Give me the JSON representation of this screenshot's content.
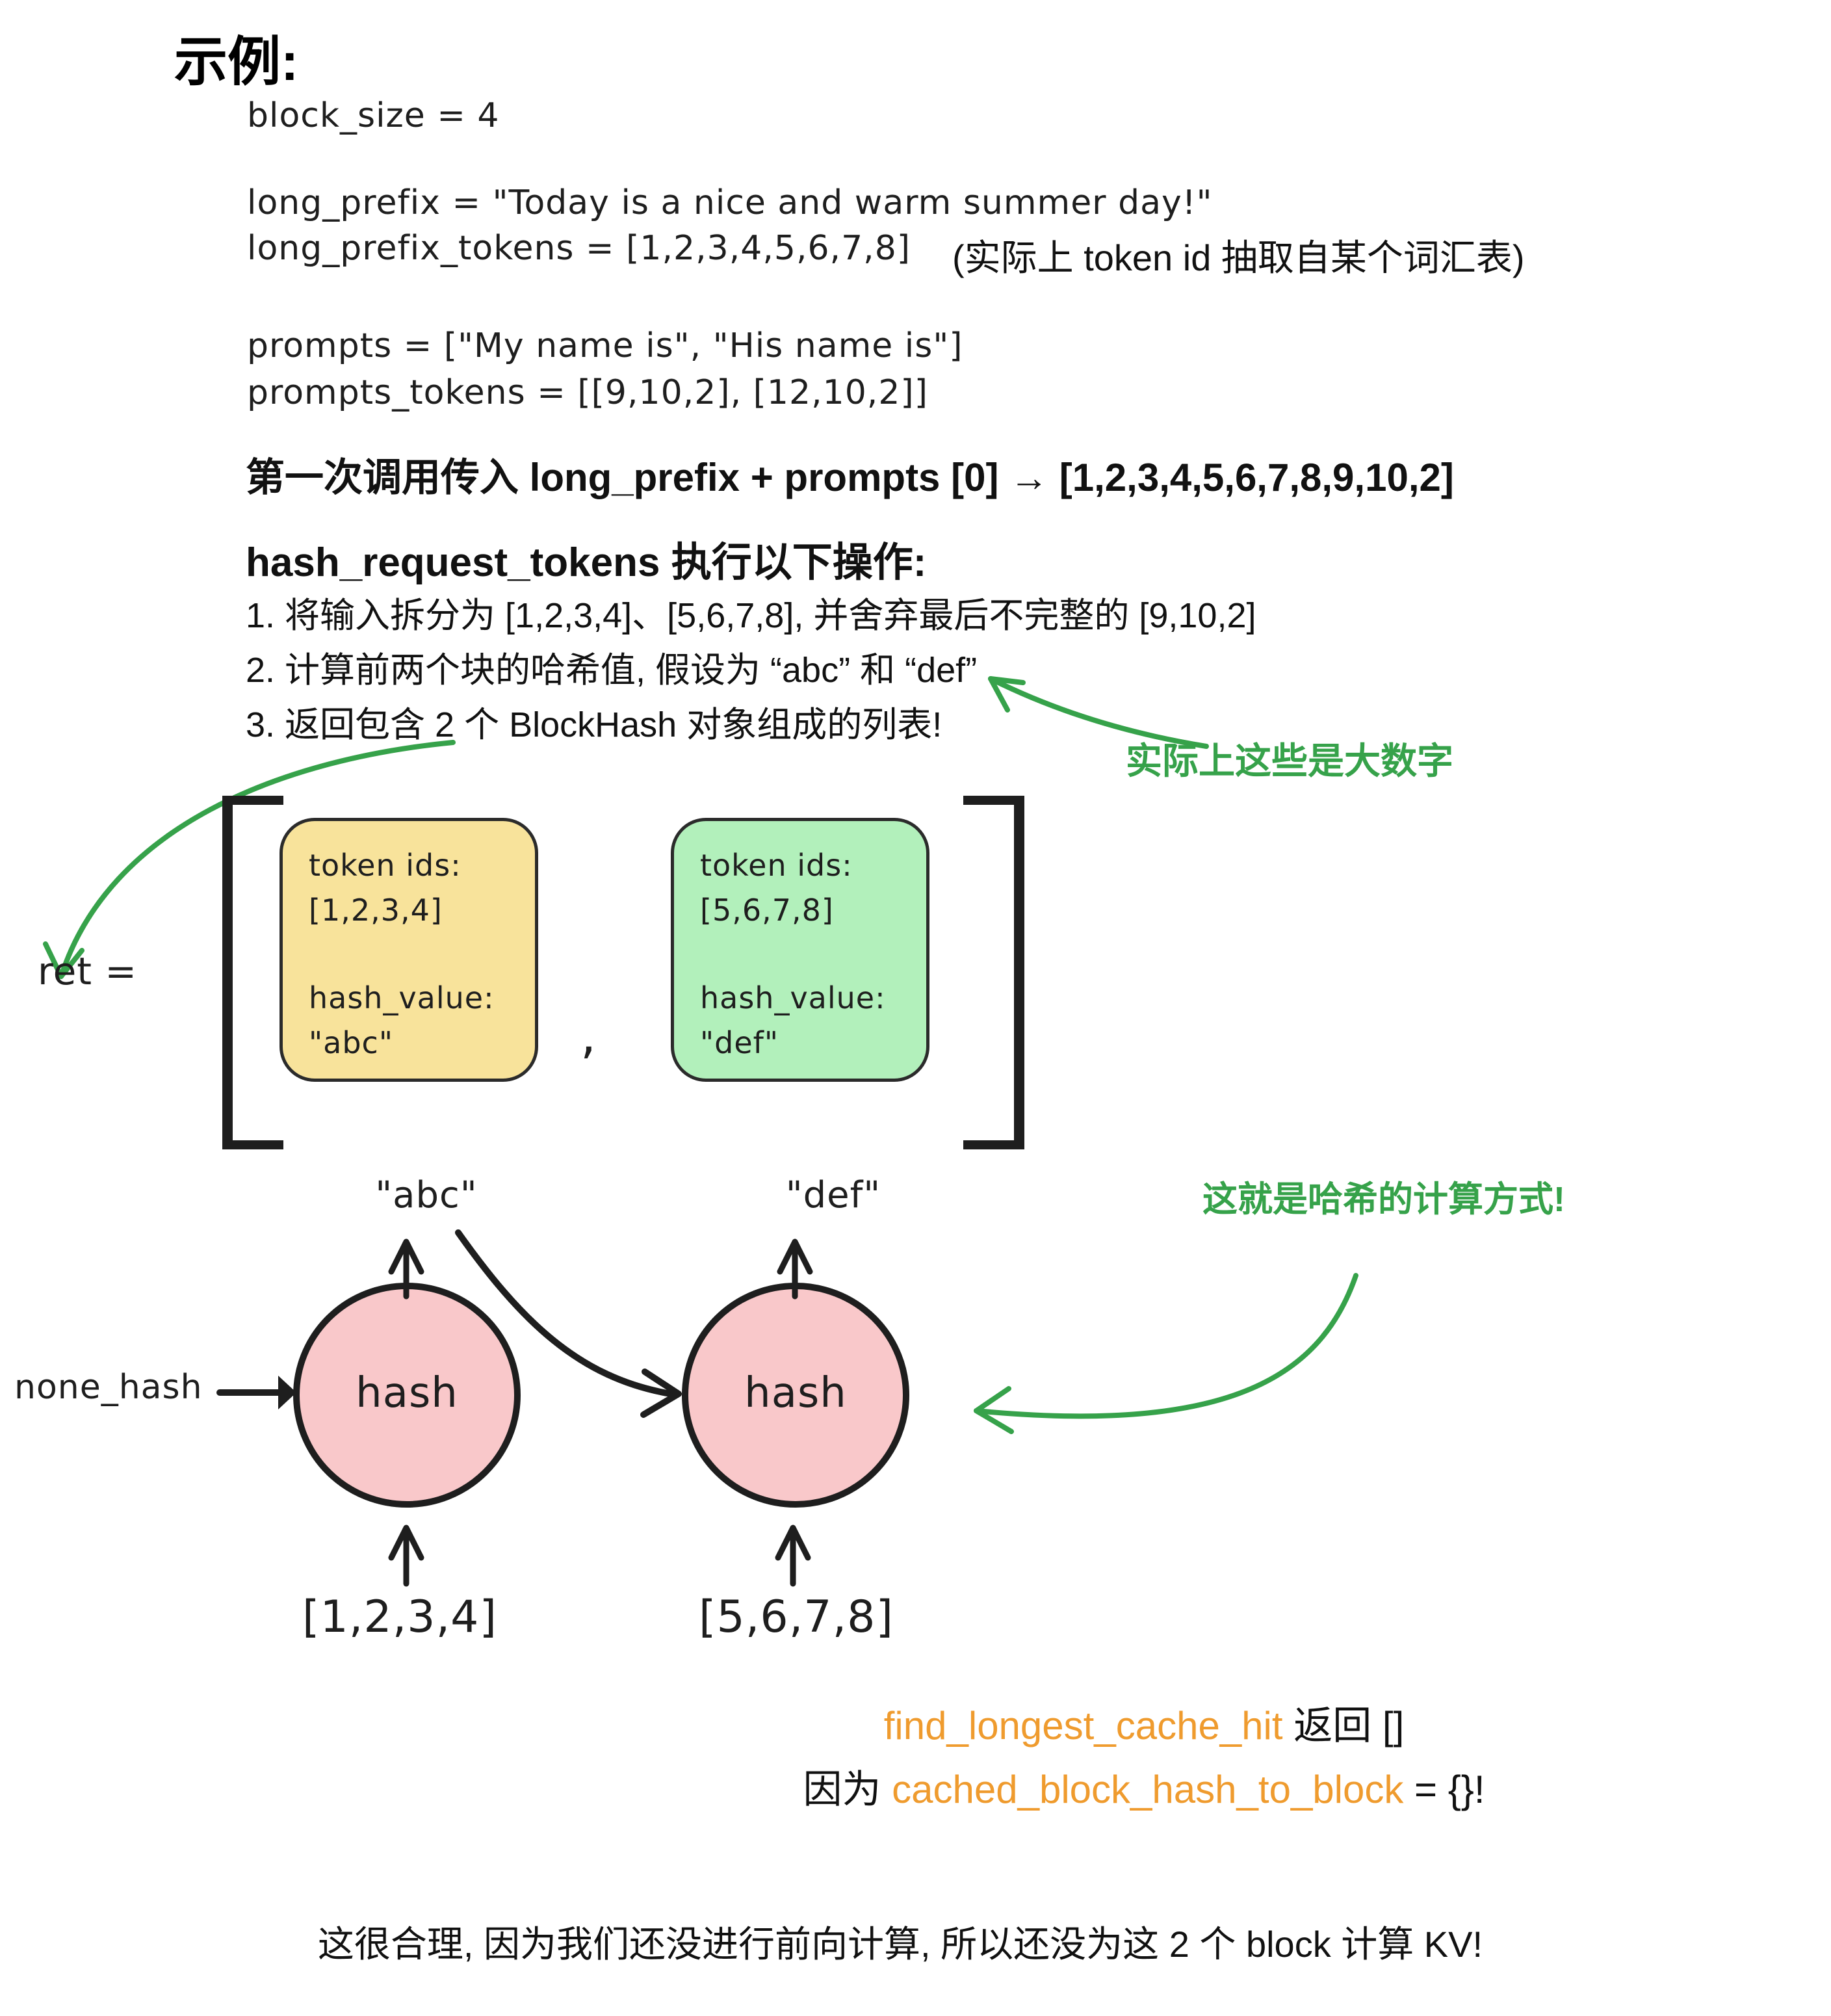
{
  "title": "示例:",
  "code": {
    "block_size": "block_size = 4",
    "long_prefix": "long_prefix = \"Today is a nice and warm summer day!\"",
    "long_prefix_tokens": "long_prefix_tokens = [1,2,3,4,5,6,7,8]",
    "tokens_note": "(实际上 token id 抽取自某个词汇表)",
    "prompts": "prompts = [\"My name is\", \"His name is\"]",
    "prompts_tokens": "prompts_tokens = [[9,10,2], [12,10,2]]"
  },
  "call_line": "第一次调用传入 long_prefix + prompts [0] → [1,2,3,4,5,6,7,8,9,10,2]",
  "steps": {
    "heading": "hash_request_tokens 执行以下操作:",
    "items": [
      "1. 将输入拆分为 [1,2,3,4]、[5,6,7,8], 并舍弃最后不完整的 [9,10,2]",
      "2. 计算前两个块的哈希值, 假设为 “abc” 和 “def”",
      "3. 返回包含 2 个 BlockHash 对象组成的列表!"
    ]
  },
  "annotations": {
    "big_numbers": "实际上这些是大数字",
    "hash_method": "这就是哈希的计算方式!"
  },
  "ret": {
    "label": "ret =",
    "comma": ",",
    "blocks": [
      {
        "line1": "token ids:",
        "line2": "[1,2,3,4]",
        "line3": "hash_value:",
        "line4": "\"abc\""
      },
      {
        "line1": "token ids:",
        "line2": "[5,6,7,8]",
        "line3": "hash_value:",
        "line4": "\"def\""
      }
    ]
  },
  "diagram": {
    "hash_label": "hash",
    "none_hash": "none_hash",
    "abc": "\"abc\"",
    "def": "\"def\"",
    "input1": "[1,2,3,4]",
    "input2": "[5,6,7,8]"
  },
  "result": {
    "fn": "find_longest_cache_hit",
    "fn_suffix": " 返回 []",
    "because_prefix": "因为 ",
    "map_name": "cached_block_hash_to_block",
    "map_suffix": " = {}!"
  },
  "footer": "这很合理, 因为我们还没进行前向计算, 所以还没为这 2 个 block 计算 KV!",
  "colors": {
    "ink": "#1e1e1e",
    "annotation_green": "#36a24a",
    "orange": "#ef9b2e",
    "circle_pink": "#f9c8ca",
    "card_yellow": "#f8e39b",
    "card_green": "#b2f0bb"
  }
}
